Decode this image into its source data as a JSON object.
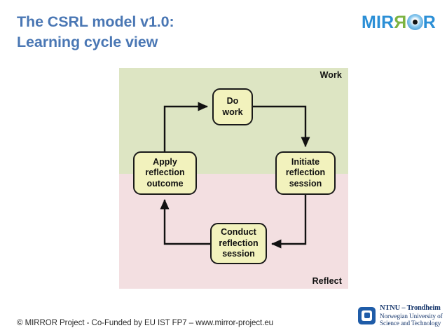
{
  "slide": {
    "title_line1": "The CSRL model v1.0:",
    "title_line2": "Learning cycle view",
    "title_color": "#4a77b4",
    "background": "#ffffff"
  },
  "mirror_logo": {
    "part1": "MIR",
    "part2_reversed": "R",
    "part3_eye": "O",
    "part4": "R",
    "color_blue": "#2b8fd6",
    "color_green": "#7cb342"
  },
  "diagram": {
    "zones": [
      {
        "name": "work",
        "label": "Work",
        "color": "#dde5c3"
      },
      {
        "name": "reflect",
        "label": "Reflect",
        "color": "#f3dfe1"
      }
    ],
    "node_fill": "#f2f2bd",
    "node_border": "#1a1a1a",
    "nodes": [
      {
        "id": "do-work",
        "lines": [
          "Do",
          "work"
        ]
      },
      {
        "id": "initiate",
        "lines": [
          "Initiate",
          "reflection",
          "session"
        ]
      },
      {
        "id": "conduct",
        "lines": [
          "Conduct",
          "reflection",
          "session"
        ]
      },
      {
        "id": "apply",
        "lines": [
          "Apply",
          "reflection",
          "outcome"
        ]
      }
    ],
    "edges": [
      {
        "from": "do-work",
        "to": "initiate"
      },
      {
        "from": "initiate",
        "to": "conduct"
      },
      {
        "from": "conduct",
        "to": "apply"
      },
      {
        "from": "apply",
        "to": "do-work"
      }
    ]
  },
  "footer": {
    "copyright": "© MIRROR Project - Co-Funded by EU IST FP7 – www.mirror-project.eu"
  },
  "ntnu": {
    "line1": "NTNU – Trondheim",
    "line2": "Norwegian University of",
    "line3": "Science and Technology",
    "color": "#15356b"
  }
}
